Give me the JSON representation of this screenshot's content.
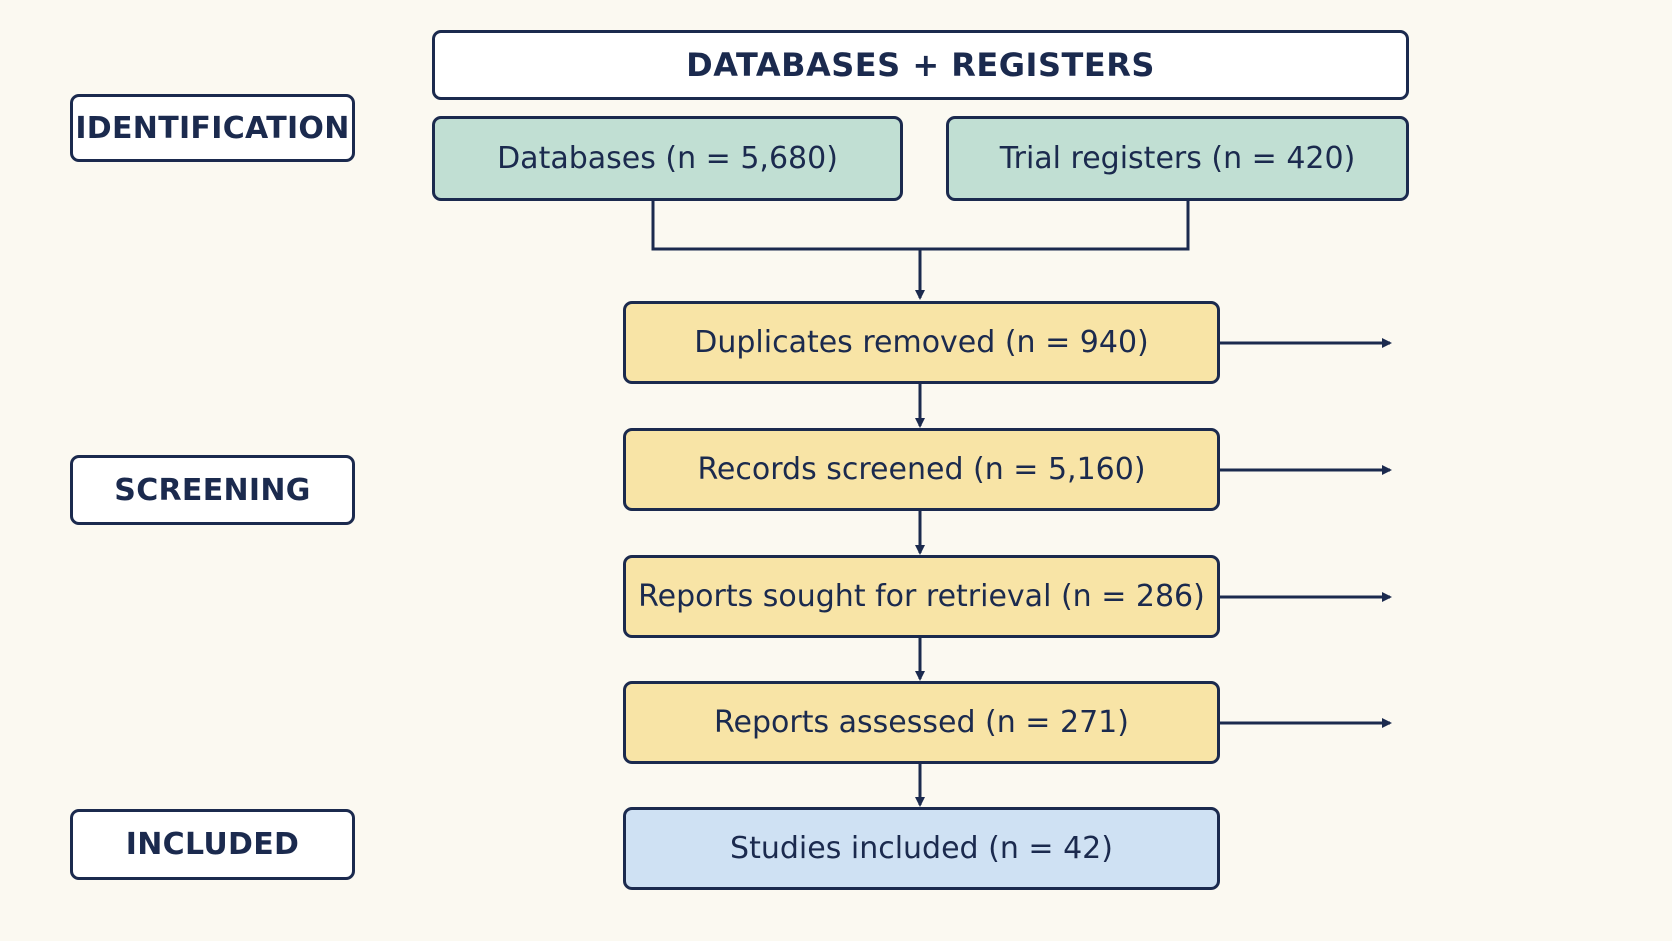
{
  "stages": {
    "identification": "IDENTIFICATION",
    "screening": "SCREENING",
    "included": "INCLUDED"
  },
  "header": "DATABASES + REGISTERS",
  "sources": {
    "databases": "Databases (n =  5,680)",
    "registers": "Trial registers (n = 420)"
  },
  "steps": {
    "duplicates": "Duplicates removed (n = 940)",
    "screened": "Records screened (n = 5,160)",
    "sought": "Reports sought for retrieval (n = 286)",
    "assessed": "Reports assessed (n = 271)",
    "included": "Studies included (n = 42)"
  },
  "colors": {
    "ink": "#1b2a4e",
    "background": "#fbf9f1",
    "source_fill": "#c1dfd3",
    "step_fill": "#f8e4a6",
    "final_fill": "#cfe1f3"
  }
}
